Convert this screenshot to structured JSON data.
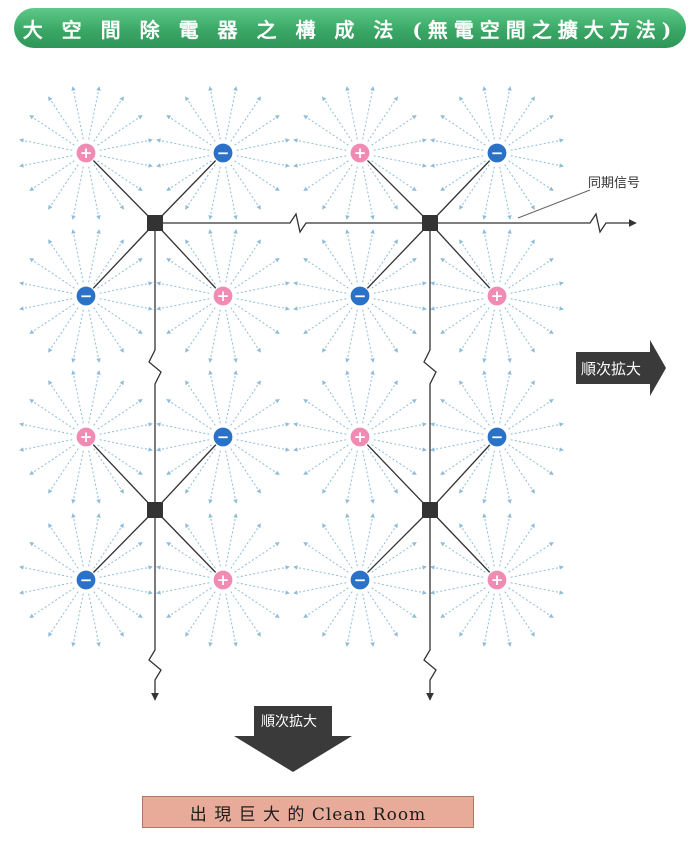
{
  "title": "大 空 間 除 電 器 之 構 成 法 (無電空間之擴大方法)",
  "sync_label": "同期信号",
  "expand_right_label": "順次拡大",
  "expand_down_label": "順次拡大",
  "result_label": "出 現 巨 大 的 Clean Room",
  "charge_symbols": {
    "positive": "+",
    "negative": "−"
  },
  "colors": {
    "positive": "#f08cb4",
    "negative": "#2a72c8",
    "field_arrow": "#8fbcd8",
    "wire": "#333333",
    "controller": "#333333",
    "arrow_block": "#3a3a3a",
    "title_bg": "#3aa866",
    "result_bg": "#e8ab99"
  },
  "electrodes": [
    [
      "positive",
      "negative",
      "positive",
      "negative"
    ],
    [
      "negative",
      "positive",
      "negative",
      "positive"
    ],
    [
      "positive",
      "negative",
      "positive",
      "negative"
    ],
    [
      "negative",
      "positive",
      "negative",
      "positive"
    ]
  ]
}
